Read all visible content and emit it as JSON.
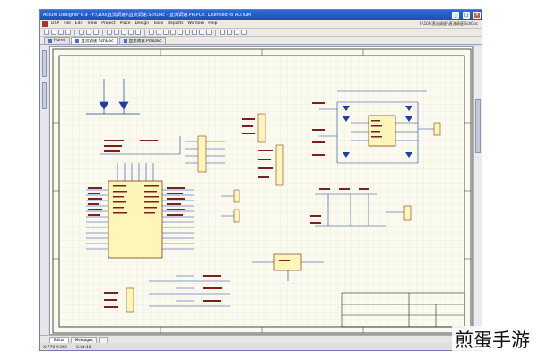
{
  "window": {
    "title": "Altium Designer 6.9 - F:\\100(直流调速)\\直流调速.SchDoc - 直流调速.PRJPCB. Licensed to ALTIUM",
    "controls": [
      "_",
      "□",
      "×"
    ]
  },
  "menu": {
    "items": [
      "DXP",
      "File",
      "Edit",
      "View",
      "Project",
      "Place",
      "Design",
      "Tools",
      "Reports",
      "Window",
      "Help"
    ],
    "doc_path": "F:\\100(直流调速)\\直流调速.SchDoc"
  },
  "tabs": [
    {
      "label": "Home"
    },
    {
      "label": "直流调速.SchDoc"
    },
    {
      "label": "直流调速.PcbDoc"
    }
  ],
  "bottom_tabs": [
    "Editor",
    "Messages",
    ""
  ],
  "status": {
    "coords": "X:770 Y:360",
    "grid": "Grid:10"
  },
  "watermark": "煎蛋手游"
}
